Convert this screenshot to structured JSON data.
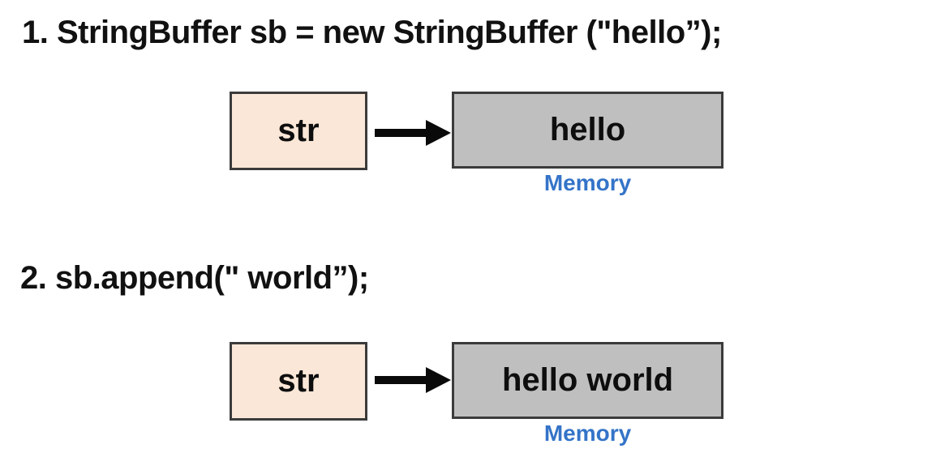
{
  "steps": [
    {
      "heading": "1. StringBuffer sb = new StringBuffer (\"hello”);",
      "variable": "str",
      "memory_value": "hello",
      "memory_label": "Memory"
    },
    {
      "heading": "2. sb.append(\" world”);",
      "variable": "str",
      "memory_value": "hello world",
      "memory_label": "Memory"
    }
  ],
  "colors": {
    "heading_text": "#111111",
    "variable_box_fill": "#FBE7D7",
    "memory_box_fill": "#BFBFBF",
    "box_border": "#3B3B3B",
    "arrow": "#0A0A0A",
    "memory_label_text": "#3474C8"
  }
}
